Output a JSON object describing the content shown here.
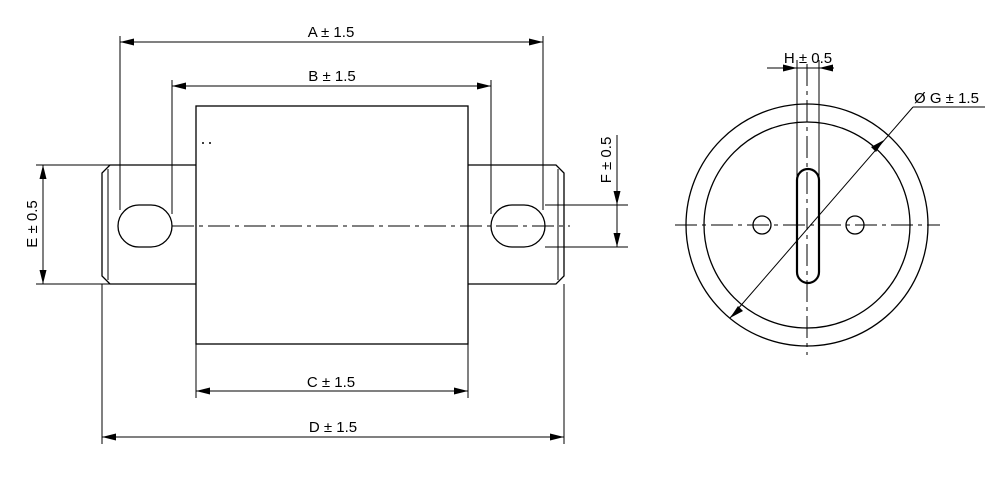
{
  "labels": {
    "dim_a": "A ± 1.5",
    "dim_b": "B ± 1.5",
    "dim_c": "C ± 1.5",
    "dim_d": "D ± 1.5",
    "dim_e": "E ± 0.5",
    "dim_f": "F ± 0.5",
    "dim_g": "Ø G ± 1.5",
    "dim_h": "H ± 0.5"
  }
}
